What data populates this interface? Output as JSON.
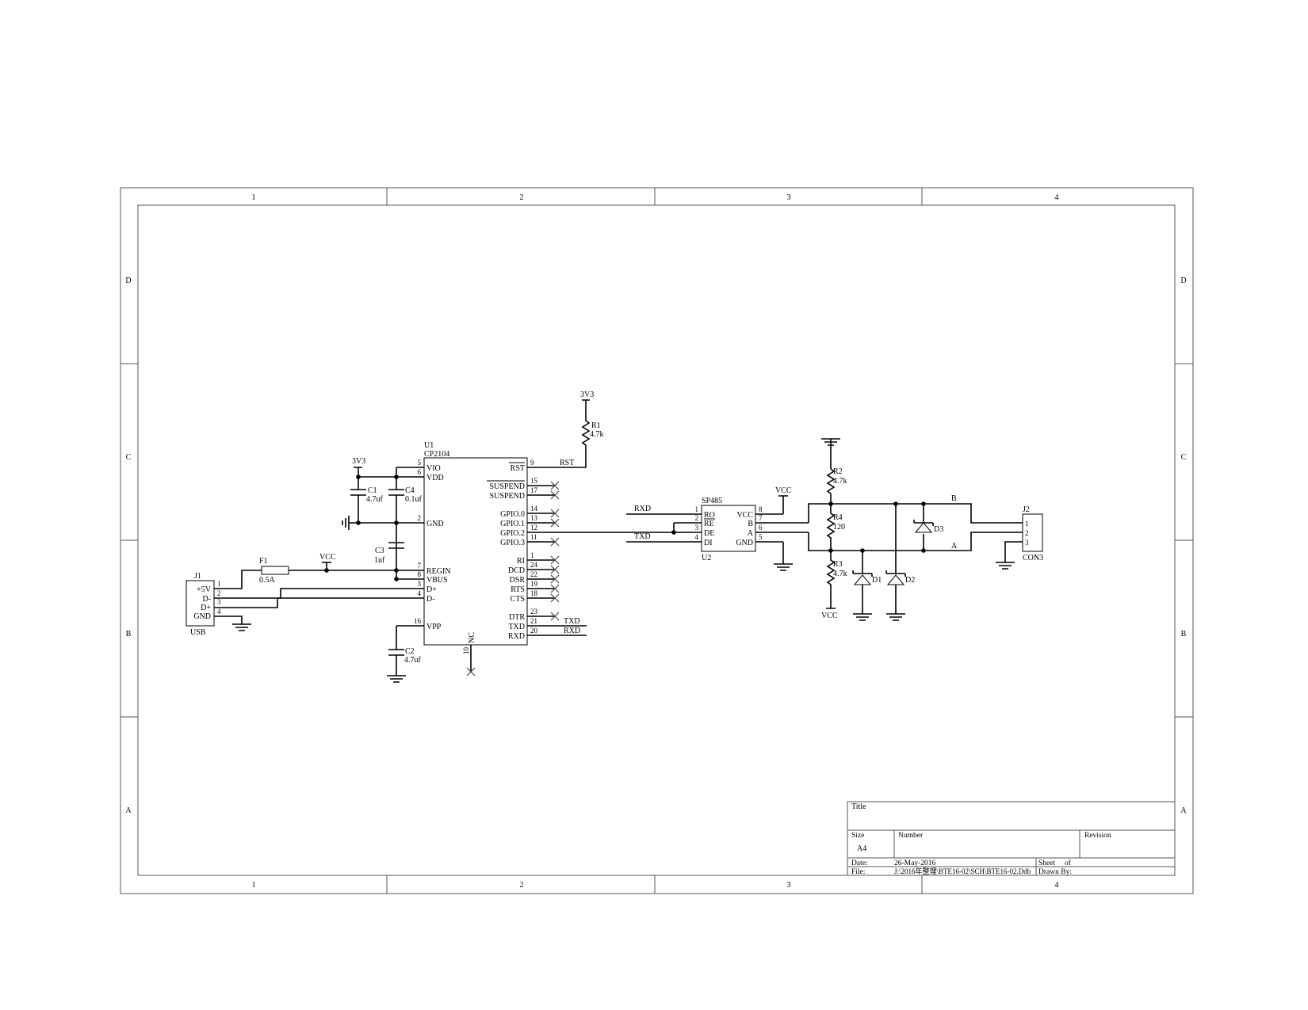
{
  "frame": {
    "columns": [
      "1",
      "2",
      "3",
      "4"
    ],
    "rows": [
      "D",
      "C",
      "B",
      "A"
    ]
  },
  "title_block": {
    "title_label": "Title",
    "size_label": "Size",
    "size_value": "A4",
    "number_label": "Number",
    "revision_label": "Revision",
    "date_label": "Date:",
    "date_value": "26-May-2016",
    "sheet_label": "Sheet",
    "of_label": "of",
    "file_label": "File:",
    "file_value": "J:\\2016年整理\\BTE16-02\\SCH\\BTE16-02.Ddb",
    "drawn_label": "Drawn By:"
  },
  "u1": {
    "ref": "U1",
    "part": "CP2104",
    "left_pins": [
      {
        "num": "5",
        "name": "VIO"
      },
      {
        "num": "6",
        "name": "VDD"
      },
      {
        "num": "2",
        "name": "GND"
      },
      {
        "num": "7",
        "name": "REGIN"
      },
      {
        "num": "8",
        "name": "VBUS"
      },
      {
        "num": "3",
        "name": "D+"
      },
      {
        "num": "4",
        "name": "D-"
      },
      {
        "num": "16",
        "name": "VPP"
      }
    ],
    "right_pins": [
      {
        "num": "9",
        "name": "RST"
      },
      {
        "num": "15",
        "name": "SUSPEND"
      },
      {
        "num": "17",
        "name": "SUSPEND"
      },
      {
        "num": "14",
        "name": "GPIO.0"
      },
      {
        "num": "13",
        "name": "GPIO.1"
      },
      {
        "num": "12",
        "name": "GPIO.2"
      },
      {
        "num": "11",
        "name": "GPIO.3"
      },
      {
        "num": "1",
        "name": "RI"
      },
      {
        "num": "24",
        "name": "DCD"
      },
      {
        "num": "22",
        "name": "DSR"
      },
      {
        "num": "19",
        "name": "RTS"
      },
      {
        "num": "18",
        "name": "CTS"
      },
      {
        "num": "23",
        "name": "DTR"
      },
      {
        "num": "21",
        "name": "TXD"
      },
      {
        "num": "20",
        "name": "RXD"
      }
    ],
    "bottom_pin": {
      "num": "10",
      "name": "NC"
    }
  },
  "u2": {
    "ref": "U2",
    "part": "SP485",
    "left_pins": [
      {
        "num": "1",
        "name": "RO"
      },
      {
        "num": "2",
        "name": "RE"
      },
      {
        "num": "3",
        "name": "DE"
      },
      {
        "num": "4",
        "name": "DI"
      }
    ],
    "right_pins": [
      {
        "num": "8",
        "name": "VCC"
      },
      {
        "num": "7",
        "name": "B"
      },
      {
        "num": "6",
        "name": "A"
      },
      {
        "num": "5",
        "name": "GND"
      }
    ]
  },
  "j1": {
    "ref": "J1",
    "part": "USB",
    "pins": [
      {
        "num": "1",
        "name": "+5V"
      },
      {
        "num": "2",
        "name": "D-"
      },
      {
        "num": "3",
        "name": "D+"
      },
      {
        "num": "4",
        "name": "GND"
      }
    ]
  },
  "j2": {
    "ref": "J2",
    "part": "CON3",
    "pins": [
      "1",
      "2",
      "3"
    ]
  },
  "components": {
    "r1": {
      "ref": "R1",
      "value": "4.7k"
    },
    "r2": {
      "ref": "R2",
      "value": "4.7k"
    },
    "r3": {
      "ref": "R3",
      "value": "4.7k"
    },
    "r4": {
      "ref": "R4",
      "value": "120"
    },
    "c1": {
      "ref": "C1",
      "value": "4.7uf"
    },
    "c2": {
      "ref": "C2",
      "value": "4.7uf"
    },
    "c3": {
      "ref": "C3",
      "value": "1uf"
    },
    "c4": {
      "ref": "C4",
      "value": "0.1uf"
    },
    "f1": {
      "ref": "F1",
      "value": "0.5A"
    },
    "d1": {
      "ref": "D1"
    },
    "d2": {
      "ref": "D2"
    },
    "d3": {
      "ref": "D3"
    }
  },
  "nets": {
    "v3_r1": "3V3",
    "v3_caps": "3V3",
    "vcc_fuse": "VCC",
    "vcc_u2": "VCC",
    "vcc_r3": "VCC",
    "rst": "RST",
    "txd_u1": "TXD",
    "rxd_u1": "RXD",
    "rxd_u2": "RXD",
    "txd_u2": "TXD",
    "bus_b": "B",
    "bus_a": "A"
  }
}
